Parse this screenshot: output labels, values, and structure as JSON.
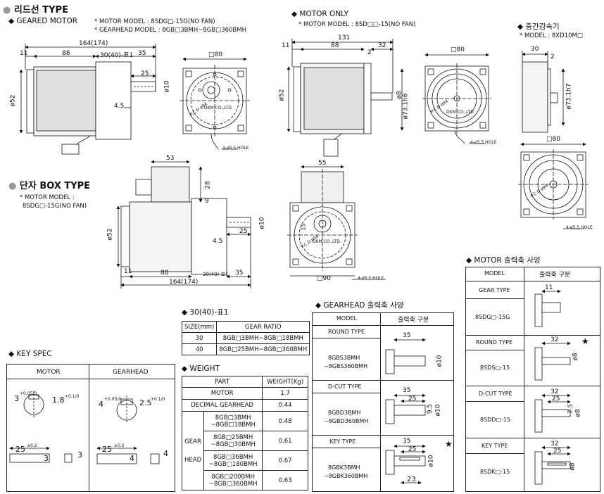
{
  "headings": {
    "lead_type": "리드선 TYPE",
    "geared_motor": "GEARED MOTOR",
    "geared_motor_model": "* MOTOR MODEL : 8SDG□-15G(NO FAN)",
    "geared_gearhead_model": "* GEARHEAD MODEL : 8GB□3BMH~8GB□360BMH",
    "motor_only": "MOTOR ONLY",
    "motor_only_model": "* MOTOR MODEL : 8SD□□-15(NO FAN)",
    "intermediate": "중간감속기",
    "intermediate_model": "* MODEL : 8XD10M□",
    "terminal_box": "단자 BOX TYPE",
    "terminal_model_1": "* MOTOR MODEL :",
    "terminal_model_2": "8SDG□-15G(NO FAN)",
    "key_spec": "KEY SPEC",
    "ratio_table": "30(40)-표1",
    "weight": "WEIGHT",
    "gearhead_output": "GEARHEAD 출력축 사양",
    "motor_output": "MOTOR 출력축 사양"
  },
  "dims": {
    "geared": {
      "total": "164(174)",
      "d11": "11",
      "d88": "88",
      "d30": "30(40)-표1",
      "d35": "35",
      "d25": "25",
      "phi10": "ø10",
      "d45": "4.5",
      "phi52": "ø52",
      "sq80": "□80",
      "hole": "4-ø5.5 HOLE",
      "pcd": "P.C.D ø94",
      "brand": "DKM.CO.,LTD."
    },
    "motor_only": {
      "total": "131",
      "d11": "11",
      "d88": "88",
      "d32": "32",
      "d2": "2",
      "phi52": "ø52",
      "phi8": "ø8",
      "phi73": "ø73.1h6",
      "sq80": "□80",
      "hole": "4-ø5.5 HOLE",
      "pcd": "P.C.D ø94",
      "brand": "DKM.CO.,LTD."
    },
    "inter": {
      "d30": "30",
      "d2": "2",
      "phi73": "ø73.1h7",
      "sq80": "□80",
      "hole": "4-ø5.5 HOLE",
      "pcd": "P.C.D ø94"
    },
    "box": {
      "d53": "53",
      "d28": "28",
      "d9": "9",
      "d25": "25",
      "phi10": "ø10",
      "d45": "4.5",
      "phi52": "ø52",
      "d11": "11",
      "d88": "88",
      "d30": "30(40)-표1",
      "d35": "35",
      "total": "164(174)",
      "d55": "55",
      "sq90": "□90",
      "hole": "4-ø5.5 HOLE",
      "pcd": "P.C.D ø94",
      "d15": "15",
      "brand": "DKM.CO.,LTD."
    }
  },
  "key_spec": {
    "headers": [
      "MOTOR",
      "GEARHEAD"
    ],
    "motor": {
      "depth": "3",
      "depth_tol": "+0.05/0",
      "width": "1.8",
      "width_tol": "+0.1/0",
      "len": "25",
      "len_tol": "±0.2",
      "h": "3",
      "w": "3"
    },
    "gearhead": {
      "depth": "4",
      "depth_tol": "+0.05/0",
      "width": "2.5",
      "width_tol": "+0.1/0",
      "len": "25",
      "len_tol": "±0.2",
      "h": "4",
      "w": "4"
    }
  },
  "ratio_table": {
    "headers": [
      "SIZE(mm)",
      "GEAR RATIO"
    ],
    "rows": [
      [
        "30",
        "8GB□3BMH~8GB□18BMH"
      ],
      [
        "40",
        "8GB□25BMH~8GB□360BMH"
      ]
    ]
  },
  "weight_table": {
    "headers": [
      "PART",
      "WEIGHT(Kg)"
    ],
    "motor": [
      "MOTOR",
      "1.7"
    ],
    "decimal": [
      "DECIMAL GEARHEAD",
      "0.44"
    ],
    "gear_head_label_1": "GEAR",
    "gear_head_label_2": "HEAD",
    "rows": [
      [
        "8GB□3BMH",
        "~8GB□18BMH",
        "0.48"
      ],
      [
        "8GB□25BMH",
        "~8GB□30BMH",
        "0.61"
      ],
      [
        "8GB□36BMH",
        "~8GB□180BMH",
        "0.67"
      ],
      [
        "8GB□200BMH",
        "~8GB□360BMH",
        "0.63"
      ]
    ]
  },
  "gearhead_table": {
    "headers": [
      "MODEL",
      "출력축 구분"
    ],
    "rows": [
      {
        "type": "ROUND TYPE",
        "m1": "8GBS3BMH",
        "m2": "~8GBS360BMH",
        "d1": "35",
        "d2": "ø10",
        "star": ""
      },
      {
        "type": "D-CUT TYPE",
        "m1": "8GBD3BMH",
        "m2": "~8GBD360BMH",
        "d1": "35",
        "d2": "25",
        "d3": "9.5",
        "d4": "ø10",
        "star": ""
      },
      {
        "type": "KEY TYPE",
        "m1": "8GBK3BMH",
        "m2": "~8GBK360BMH",
        "d1": "35",
        "d2": "25",
        "d3": "ø10",
        "d4": "23",
        "star": "★"
      }
    ]
  },
  "motor_table": {
    "headers": [
      "MODEL",
      "출력축 구분"
    ],
    "rows": [
      {
        "type": "GEAR TYPE",
        "m": "8SDG□-15G",
        "d1": "11",
        "star": ""
      },
      {
        "type": "ROUND TYPE",
        "m": "8SDS□-15",
        "d1": "32",
        "d2": "ø8",
        "star": "★"
      },
      {
        "type": "D-CUT TYPE",
        "m": "8SDD□-15",
        "d1": "32",
        "d2": "25",
        "d3": "7.5",
        "d4": "ø8",
        "star": ""
      },
      {
        "type": "KEY TYPE",
        "m": "8SDK□-15",
        "d1": "32",
        "d2": "25",
        "d3": "ø8",
        "star": ""
      }
    ]
  }
}
